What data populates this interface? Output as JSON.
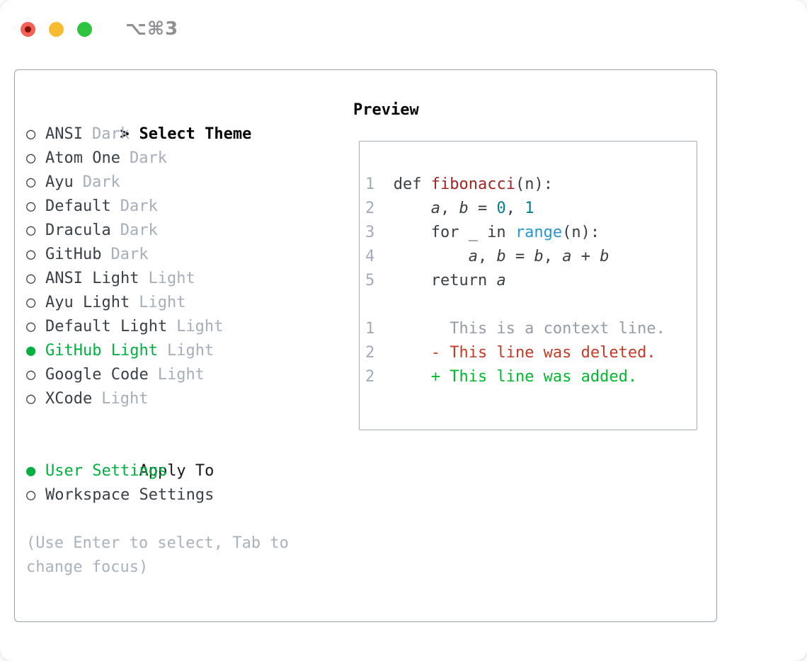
{
  "titlebar": {
    "title": "⌥⌘3",
    "buttons": [
      "close",
      "minimize",
      "zoom"
    ]
  },
  "glyphs": {
    "header_marker": ">",
    "radio_empty": "○",
    "radio_selected": "●"
  },
  "colors": {
    "accent_green": "#00b140",
    "suffix_gray": "#a5aeb9",
    "help_gray": "#a9b2bd",
    "main_border": "#98a2ad",
    "preview_border": "#a3acb7",
    "function_red": "#a32420",
    "literal_teal": "#00808d",
    "builtin_blue": "#2797cf",
    "diff_deleted_red": "#c53a24",
    "diff_added_green": "#00b92e",
    "traffic_red": "#f45f56",
    "traffic_yellow": "#f6bb2f",
    "traffic_green": "#2fc440"
  },
  "theme_list": {
    "header": "Select Theme",
    "items": [
      {
        "name": "ANSI",
        "variant": "Dark",
        "selected": false
      },
      {
        "name": "Atom One",
        "variant": "Dark",
        "selected": false
      },
      {
        "name": "Ayu",
        "variant": "Dark",
        "selected": false
      },
      {
        "name": "Default",
        "variant": "Dark",
        "selected": false
      },
      {
        "name": "Dracula",
        "variant": "Dark",
        "selected": false
      },
      {
        "name": "GitHub",
        "variant": "Dark",
        "selected": false
      },
      {
        "name": "ANSI Light",
        "variant": "Light",
        "selected": false
      },
      {
        "name": "Ayu Light",
        "variant": "Light",
        "selected": false
      },
      {
        "name": "Default Light",
        "variant": "Light",
        "selected": false
      },
      {
        "name": "GitHub Light",
        "variant": "Light",
        "selected": true
      },
      {
        "name": "Google Code",
        "variant": "Light",
        "selected": false
      },
      {
        "name": "XCode",
        "variant": "Light",
        "selected": false
      }
    ]
  },
  "apply_to": {
    "header": "Apply To",
    "items": [
      {
        "name": "User Settings",
        "selected": true
      },
      {
        "name": "Workspace Settings",
        "selected": false
      }
    ]
  },
  "help_text": "(Use Enter to select, Tab to change focus)",
  "preview": {
    "title": "Preview",
    "code_lines": [
      [
        [
          "1",
          "n"
        ],
        [
          "  def ",
          "p"
        ],
        [
          "fibonacci",
          "f"
        ],
        [
          "(n):",
          "p"
        ]
      ],
      [
        [
          "2",
          "n"
        ],
        [
          "      ",
          "p"
        ],
        [
          "a",
          "v"
        ],
        [
          ", ",
          "p"
        ],
        [
          "b",
          "v"
        ],
        [
          " = ",
          "p"
        ],
        [
          "0",
          "c"
        ],
        [
          ", ",
          "p"
        ],
        [
          "1",
          "c"
        ]
      ],
      [
        [
          "3",
          "n"
        ],
        [
          "      for _ in ",
          "p"
        ],
        [
          "range",
          "b"
        ],
        [
          "(n):",
          "p"
        ]
      ],
      [
        [
          "4",
          "n"
        ],
        [
          "          ",
          "p"
        ],
        [
          "a",
          "v"
        ],
        [
          ", ",
          "p"
        ],
        [
          "b",
          "v"
        ],
        [
          " = ",
          "p"
        ],
        [
          "b",
          "v"
        ],
        [
          ", ",
          "p"
        ],
        [
          "a",
          "v"
        ],
        [
          " + ",
          "p"
        ],
        [
          "b",
          "v"
        ]
      ],
      [
        [
          "5",
          "n"
        ],
        [
          "      return ",
          "p"
        ],
        [
          "a",
          "v"
        ]
      ],
      [],
      [
        [
          "1",
          "n"
        ],
        [
          "        ",
          "p"
        ],
        [
          "This is a context line.",
          "x"
        ]
      ],
      [
        [
          "2",
          "n"
        ],
        [
          "      ",
          "p"
        ],
        [
          "- This line was deleted.",
          "d"
        ]
      ],
      [
        [
          "2",
          "n"
        ],
        [
          "      ",
          "p"
        ],
        [
          "+ This line was added.",
          "a"
        ]
      ]
    ]
  }
}
